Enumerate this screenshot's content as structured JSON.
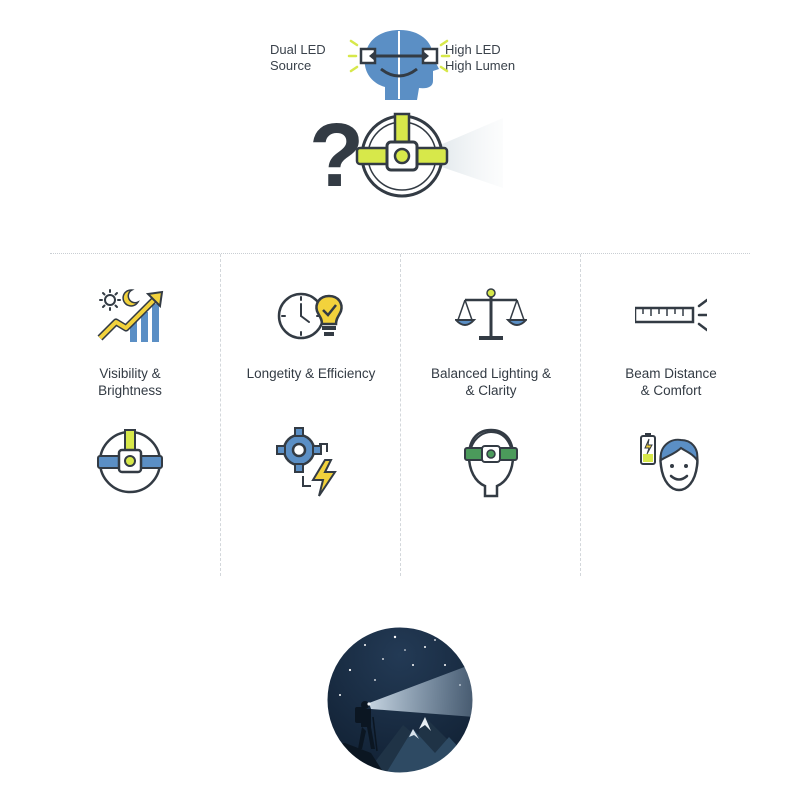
{
  "header": {
    "left_line1": "Dual LED",
    "left_line2": "Source",
    "right_line1": "High LED",
    "right_line2": "High Lumen",
    "question_mark": "?"
  },
  "colors": {
    "blue": "#5b8fc5",
    "dark": "#333b44",
    "lime": "#d7e84a",
    "yellow": "#f2d23c",
    "green": "#4b9a5b"
  },
  "columns": [
    {
      "title": "Visibility &\nBrightness",
      "top_icon": "sun-moon-growth-chart-icon",
      "bottom_icon": "headlamp-round-icon"
    },
    {
      "title": "Longetity & Efficiency",
      "top_icon": "clock-bulb-icon",
      "bottom_icon": "gear-lightning-icon"
    },
    {
      "title": "Balanced Lighting &\n& Clarity",
      "top_icon": "balance-scale-icon",
      "bottom_icon": "head-with-headlamp-icon"
    },
    {
      "title": "Beam Distance\n& Comfort",
      "top_icon": "ruler-beam-icon",
      "bottom_icon": "battery-face-icon"
    }
  ],
  "footer": {
    "icon": "night-hiker-mountain-icon"
  }
}
